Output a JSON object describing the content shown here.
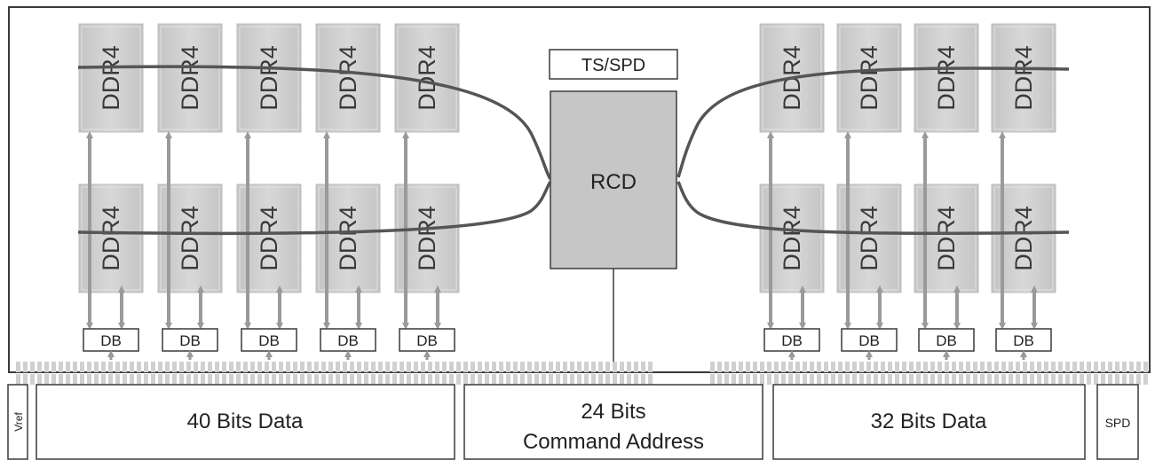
{
  "chips": {
    "label": "DDR4",
    "left_columns": 5,
    "right_columns": 4,
    "fill": "#cfcfcf",
    "edge": "#bdbdbd"
  },
  "buffer": {
    "label": "DB"
  },
  "rcd": {
    "label": "RCD",
    "fill": "#c6c6c6"
  },
  "ts_spd": {
    "label": "TS/SPD"
  },
  "bottom": {
    "vref": "Vref",
    "left_data": "40 Bits Data",
    "ca_line1": "24 Bits",
    "ca_line2": "Command Address",
    "right_data": "32 Bits Data",
    "spd": "SPD"
  },
  "colors": {
    "border": "#3a3a3a",
    "bus_line": "#555555",
    "arrow": "#9a9a9a",
    "pin": "#d0d0d0"
  }
}
